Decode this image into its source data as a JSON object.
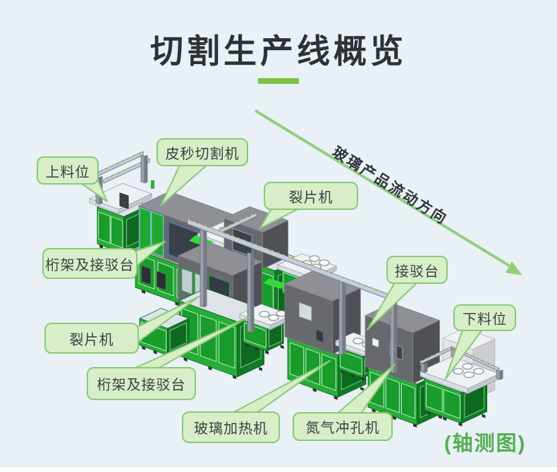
{
  "title": "切割生产线概览",
  "flow_label": "玻璃产品流动方向",
  "view_label": "(轴测图)",
  "callouts": [
    {
      "id": "loading",
      "label": "上料位"
    },
    {
      "id": "picosecond-cutter",
      "label": "皮秒切割机"
    },
    {
      "id": "splitter-top",
      "label": "裂片机"
    },
    {
      "id": "truss-dock-left",
      "label": "桁架及接驳台"
    },
    {
      "id": "splitter-left",
      "label": "裂片机"
    },
    {
      "id": "truss-dock-bottom",
      "label": "桁架及接驳台"
    },
    {
      "id": "glass-heater",
      "label": "玻璃加热机"
    },
    {
      "id": "nitrogen-punch",
      "label": "氮气冲孔机"
    },
    {
      "id": "dock",
      "label": "接驳台"
    },
    {
      "id": "unloading",
      "label": "下料位"
    }
  ],
  "colors": {
    "bg": "#e9f0f6",
    "title_color": "#2d3236",
    "accent_green": "#7cc340",
    "arrow_green": "#92cf7e",
    "callout_bg": "#d8eec8",
    "callout_border": "#8cc878",
    "callout_text": "#3a3f44",
    "view_label_green": "#54ae52",
    "machine_gray_top": "#8f9096",
    "machine_gray_front": "#68696e",
    "machine_gray_right": "#4f5156",
    "cabinet_green_front": "#26ad37",
    "cabinet_green_right": "#107b24",
    "table_white_top": "#eef1f4",
    "truss_steel": "#c3cedd",
    "rail_yellow": "#e0bd2e"
  }
}
